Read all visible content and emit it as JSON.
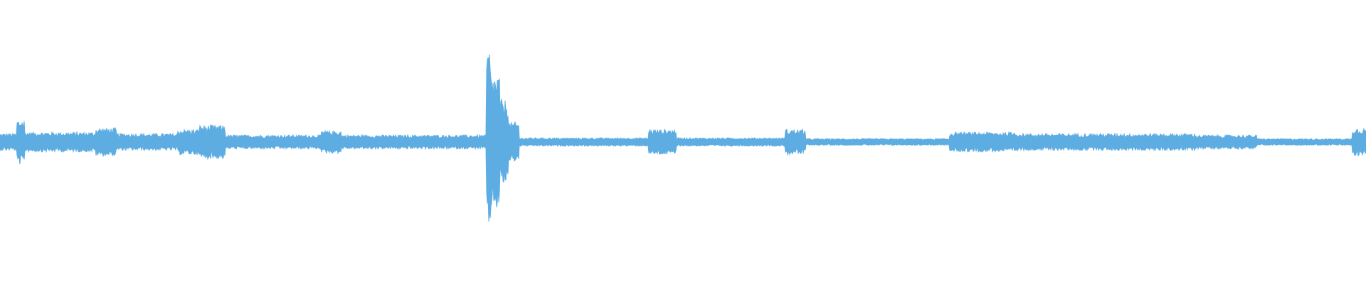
{
  "waveform": {
    "color": "#5dade2",
    "background": "#ffffff",
    "segments": [
      {
        "from": 0.0,
        "to": 0.012,
        "amp": 0.03
      },
      {
        "from": 0.012,
        "to": 0.018,
        "amp": 0.08
      },
      {
        "from": 0.018,
        "to": 0.07,
        "amp": 0.035
      },
      {
        "from": 0.07,
        "to": 0.085,
        "amp": 0.05
      },
      {
        "from": 0.085,
        "to": 0.13,
        "amp": 0.03
      },
      {
        "from": 0.13,
        "to": 0.145,
        "amp": 0.045
      },
      {
        "from": 0.145,
        "to": 0.165,
        "amp": 0.06
      },
      {
        "from": 0.165,
        "to": 0.235,
        "amp": 0.025
      },
      {
        "from": 0.235,
        "to": 0.25,
        "amp": 0.04
      },
      {
        "from": 0.25,
        "to": 0.356,
        "amp": 0.025
      },
      {
        "from": 0.356,
        "to": 0.359,
        "amp": 0.33
      },
      {
        "from": 0.359,
        "to": 0.366,
        "amp": 0.24
      },
      {
        "from": 0.366,
        "to": 0.372,
        "amp": 0.15
      },
      {
        "from": 0.372,
        "to": 0.38,
        "amp": 0.07
      },
      {
        "from": 0.38,
        "to": 0.475,
        "amp": 0.015
      },
      {
        "from": 0.475,
        "to": 0.495,
        "amp": 0.045
      },
      {
        "from": 0.495,
        "to": 0.575,
        "amp": 0.015
      },
      {
        "from": 0.575,
        "to": 0.59,
        "amp": 0.045
      },
      {
        "from": 0.59,
        "to": 0.695,
        "amp": 0.012
      },
      {
        "from": 0.695,
        "to": 0.745,
        "amp": 0.035
      },
      {
        "from": 0.745,
        "to": 0.83,
        "amp": 0.03
      },
      {
        "from": 0.83,
        "to": 0.875,
        "amp": 0.03
      },
      {
        "from": 0.875,
        "to": 0.92,
        "amp": 0.025
      },
      {
        "from": 0.92,
        "to": 0.99,
        "amp": 0.012
      },
      {
        "from": 0.99,
        "to": 1.0,
        "amp": 0.05
      }
    ]
  }
}
